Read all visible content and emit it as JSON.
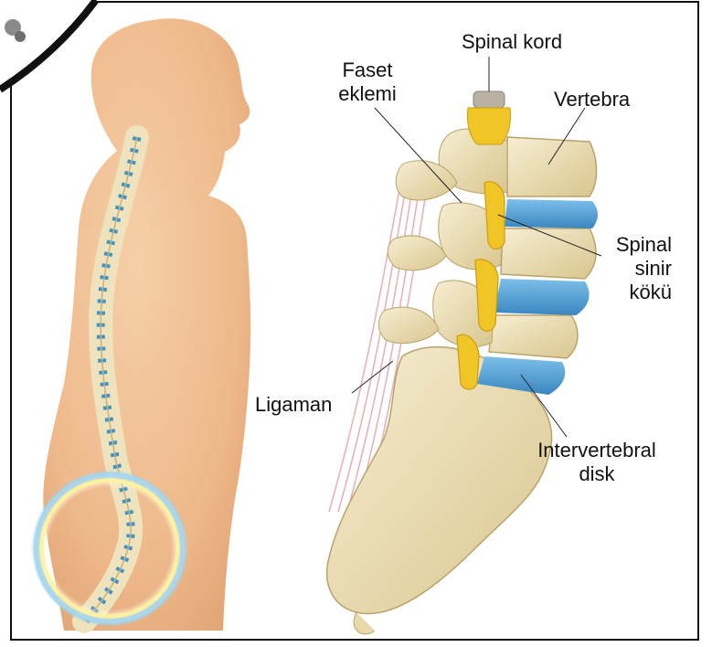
{
  "labels": {
    "spinal_cord": "Spinal kord",
    "facet_joint_line1": "Faset",
    "facet_joint_line2": "eklemi",
    "vertebra": "Vertebra",
    "nerve_root_line1": "Spinal",
    "nerve_root_line2": "sinir",
    "nerve_root_line3": "kökü",
    "ligament": "Ligaman",
    "disc_line1": "Intervertebral",
    "disc_line2": "disk"
  },
  "colors": {
    "skin": "#f0bf94",
    "bone": "#ece0b8",
    "disc": "#4f9fd6",
    "nerve": "#f2c526",
    "ligament": "#e8aeb7",
    "highlight_ring": "#bfe0f0",
    "frame": "#111111"
  }
}
